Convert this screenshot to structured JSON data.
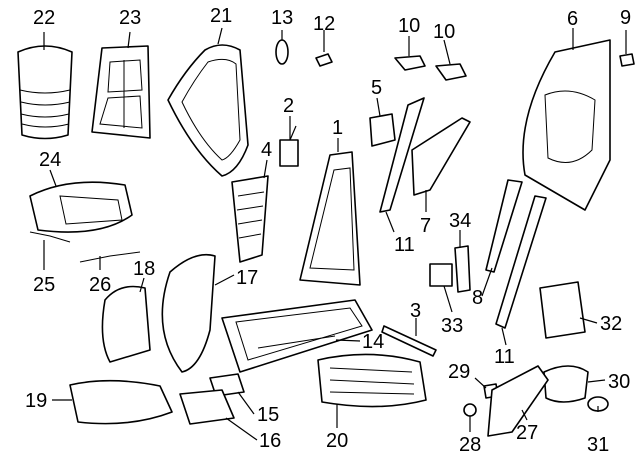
{
  "callouts": [
    {
      "id": "22",
      "text": "22"
    },
    {
      "id": "23",
      "text": "23"
    },
    {
      "id": "21",
      "text": "21"
    },
    {
      "id": "13",
      "text": "13"
    },
    {
      "id": "12",
      "text": "12"
    },
    {
      "id": "10a",
      "text": "10"
    },
    {
      "id": "10b",
      "text": "10"
    },
    {
      "id": "6",
      "text": "6"
    },
    {
      "id": "9",
      "text": "9"
    },
    {
      "id": "5",
      "text": "5"
    },
    {
      "id": "2",
      "text": "2"
    },
    {
      "id": "1",
      "text": "1"
    },
    {
      "id": "4",
      "text": "4"
    },
    {
      "id": "24",
      "text": "24"
    },
    {
      "id": "7",
      "text": "7"
    },
    {
      "id": "34",
      "text": "34"
    },
    {
      "id": "11a",
      "text": "11"
    },
    {
      "id": "25",
      "text": "25"
    },
    {
      "id": "26",
      "text": "26"
    },
    {
      "id": "18",
      "text": "18"
    },
    {
      "id": "17",
      "text": "17"
    },
    {
      "id": "8",
      "text": "8"
    },
    {
      "id": "3",
      "text": "3"
    },
    {
      "id": "33",
      "text": "33"
    },
    {
      "id": "32",
      "text": "32"
    },
    {
      "id": "14",
      "text": "14"
    },
    {
      "id": "11b",
      "text": "11"
    },
    {
      "id": "29",
      "text": "29"
    },
    {
      "id": "30",
      "text": "30"
    },
    {
      "id": "19",
      "text": "19"
    },
    {
      "id": "15",
      "text": "15"
    },
    {
      "id": "16",
      "text": "16"
    },
    {
      "id": "20",
      "text": "20"
    },
    {
      "id": "28",
      "text": "28"
    },
    {
      "id": "27",
      "text": "27"
    },
    {
      "id": "31",
      "text": "31"
    }
  ]
}
